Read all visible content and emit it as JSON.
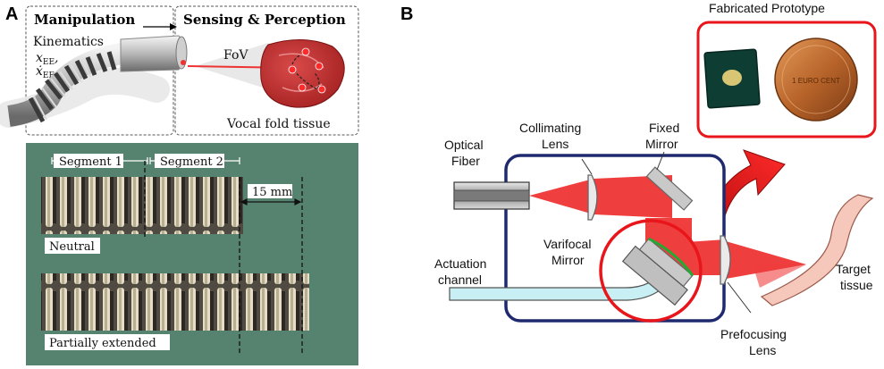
{
  "panel_a": {
    "letter": "A",
    "manipulation": {
      "title": "Manipulation",
      "kinematics": "Kinematics",
      "x_ee": "x",
      "x_ee_sub": "EE",
      "x_ee_sep": ",",
      "xdot_ee": "ẋ",
      "xdot_ee_sub": "EE"
    },
    "sensing": {
      "title": "Sensing & Perception",
      "fov": "FoV",
      "tissue": "Vocal fold tissue"
    },
    "photo": {
      "segment1": "Segment 1",
      "segment2": "Segment 2",
      "scale": "15 mm",
      "neutral": "Neutral",
      "extended": "Partially extended"
    }
  },
  "panel_b": {
    "letter": "B",
    "prototype_title": "Fabricated Prototype",
    "coin_text": "1 EURO CENT",
    "labels": {
      "collimating_1": "Collimating",
      "collimating_2": "Lens",
      "fixed_1": "Fixed",
      "fixed_2": "Mirror",
      "optical_1": "Optical",
      "optical_2": "Fiber",
      "varifocal_1": "Varifocal",
      "varifocal_2": "Mirror",
      "actuation_1": "Actuation",
      "actuation_2": "channel",
      "target_1": "Target",
      "target_2": "tissue",
      "prefocusing_1": "Prefocusing",
      "prefocusing_2": "Lens"
    }
  },
  "colors": {
    "beam": "#ee2a2a",
    "box": "#1f2a6e",
    "highlight": "#e8161b",
    "channel": "#c8eff4",
    "photo_bg": "#5d8a76",
    "tissue": "#f6c8bc"
  }
}
